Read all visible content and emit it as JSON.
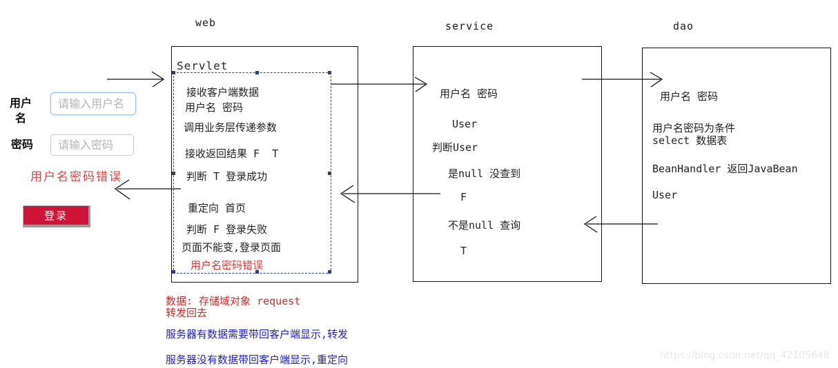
{
  "colors": {
    "box_border": "#111111",
    "dashed_selection": "#25417e",
    "in_box_error_red": "#e03c3c",
    "form_error_red": "#e04545",
    "note_red": "#d42a2a",
    "note_blue": "#2121c8",
    "login_button_red": "#ce1538",
    "watermark_gray": "#e9e7e3"
  },
  "login_form": {
    "username_label": "用户名",
    "password_label": "密码",
    "username_placeholder": "请输入用户名",
    "password_placeholder": "请输入密码",
    "error_text": "用户名密码错误",
    "login_button_label": "登录"
  },
  "columns": {
    "web": {
      "label": "web",
      "servlet_title": "Servlet",
      "steps": [
        "接收客户端数据",
        "用户名 密码",
        "调用业务层传递参数",
        "接收返回结果 F  T",
        "判断 T 登录成功",
        "重定向 首页",
        "判断 F 登录失败",
        "页面不能变,登录页面",
        "用户名密码错误"
      ]
    },
    "service": {
      "label": "service",
      "lines": [
        "用户名 密码",
        "User",
        "判断User",
        "是null 没查到",
        "F",
        "不是null 查询",
        "T"
      ]
    },
    "dao": {
      "label": "dao",
      "lines": [
        "用户名 密码",
        "用户名密码为条件",
        "select 数据表",
        "BeanHandler 返回JavaBean",
        "User"
      ]
    }
  },
  "notes": {
    "red_lines": [
      "数据: 存储域对象 request",
      "转发回去"
    ],
    "blue_lines": [
      "服务器有数据需要带回客户端显示,转发",
      "服务器没有数据带回客户端显示,重定向"
    ]
  },
  "watermark": "https://blog.csdn.net/qq_42105648"
}
